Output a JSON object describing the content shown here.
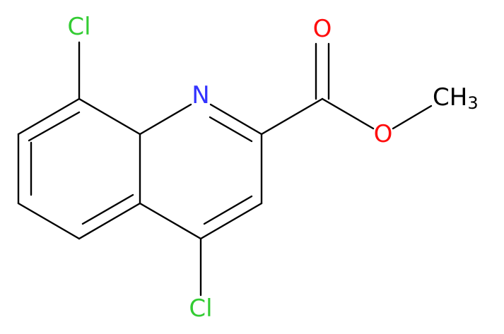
{
  "atoms": {
    "cl_top": {
      "symbol": "Cl",
      "color": "#33cc33"
    },
    "cl_bottom": {
      "symbol": "Cl",
      "color": "#33cc33"
    },
    "nitrogen": {
      "symbol": "N",
      "color": "#3333ff"
    },
    "carbonyl_oxygen": {
      "symbol": "O",
      "color": "#ff0d0d"
    },
    "ester_oxygen": {
      "symbol": "O",
      "color": "#ff0d0d"
    },
    "methyl": {
      "symbol": "CH",
      "subscript": "3",
      "color": "#000000"
    }
  }
}
